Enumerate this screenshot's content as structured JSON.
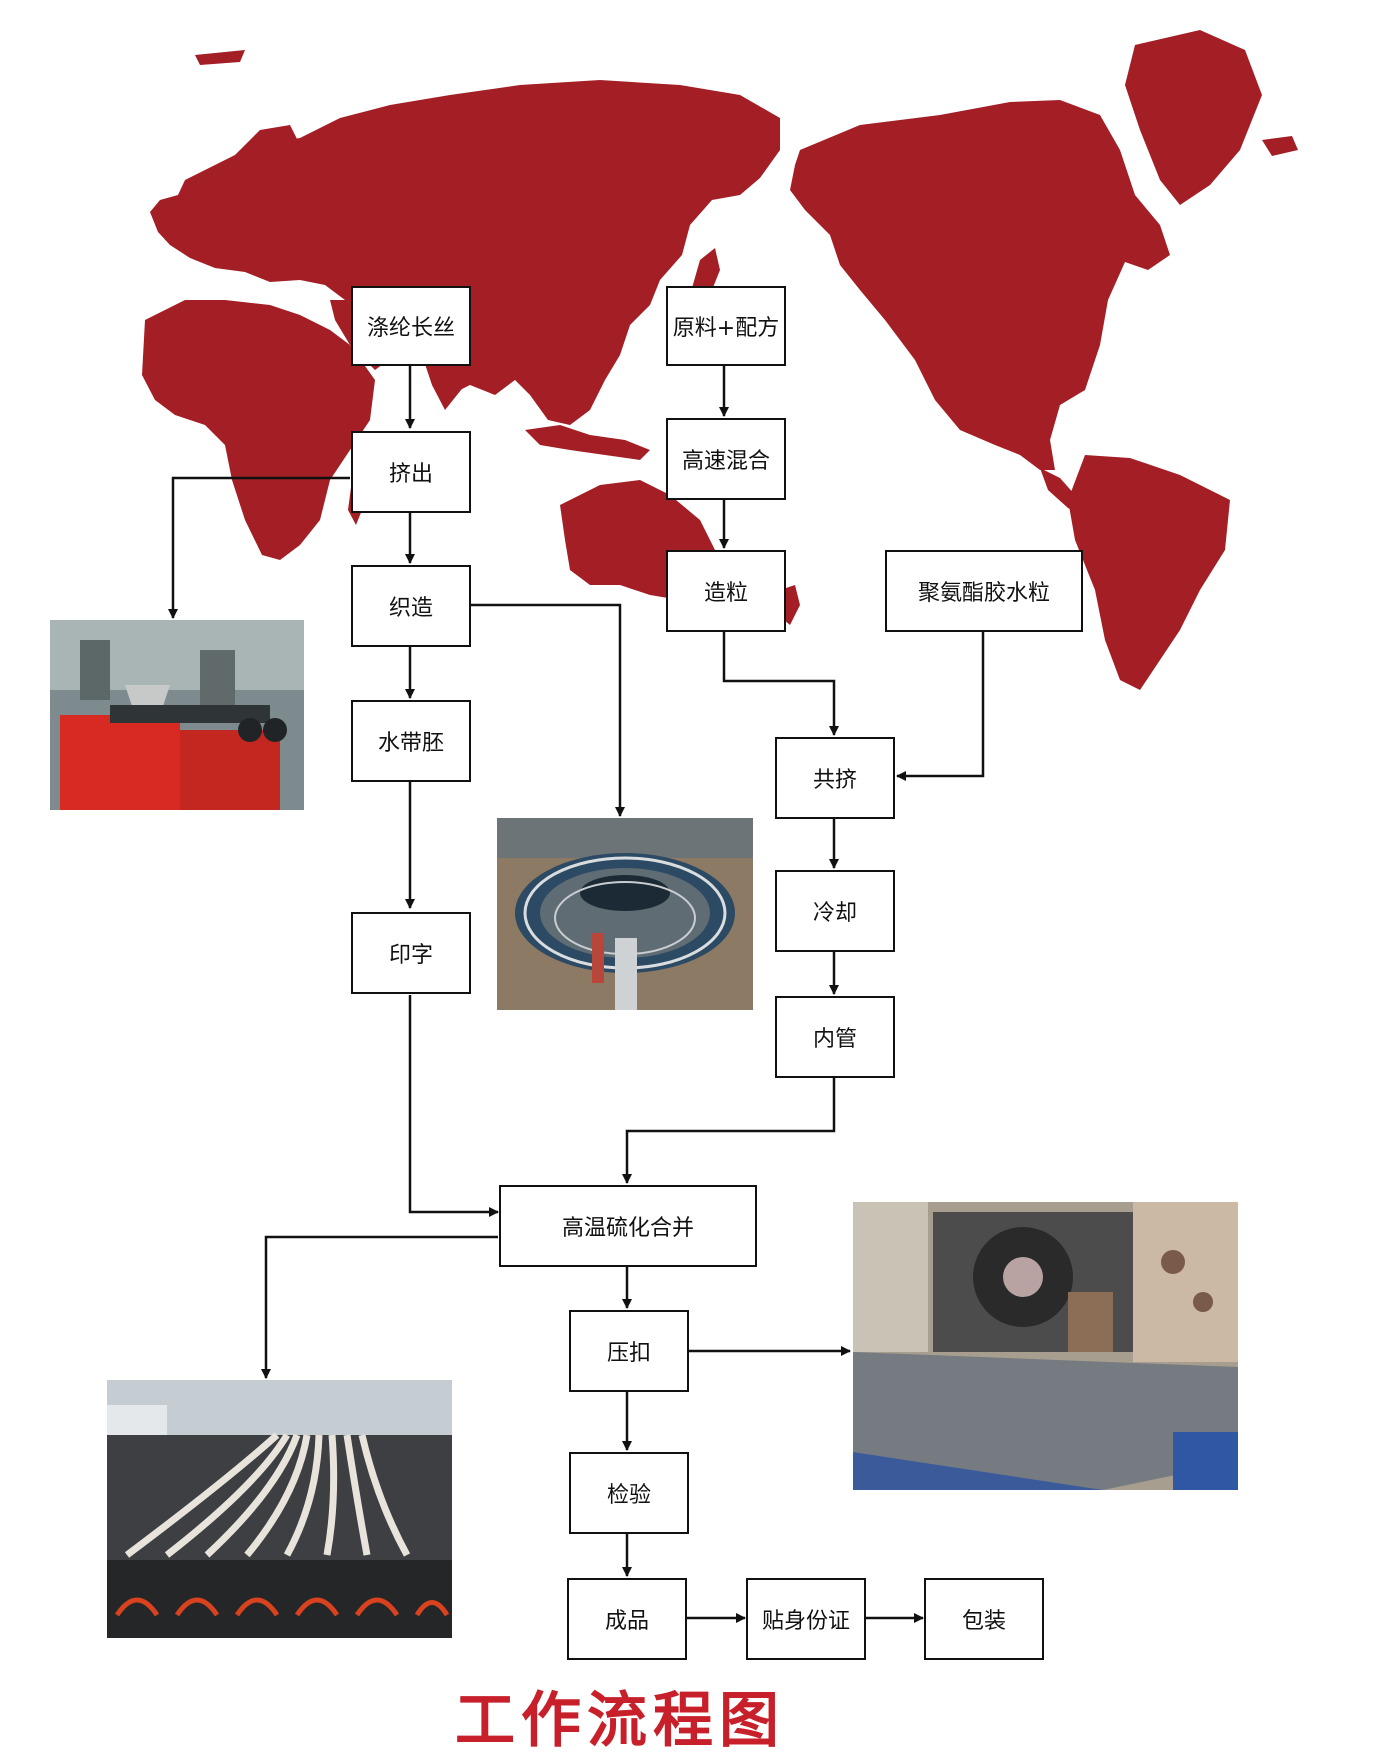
{
  "colors": {
    "map": "#a31e25",
    "box_border": "#111111",
    "arrow": "#111111",
    "title": "#c8202b"
  },
  "title": "工作流程图",
  "steps": {
    "polyester_yarn": "涤纶长丝",
    "extrusion": "挤出",
    "weaving": "织造",
    "hose_blank": "水带胚",
    "printing": "印字",
    "raw_material": "原料+配方",
    "mixing": "高速混合",
    "pelletizing": "造粒",
    "tpu_pellets": "聚氨酯胶水粒",
    "coextrusion": "共挤",
    "cooling": "冷却",
    "inner_tube": "内管",
    "vulcanizing": "高温硫化合并",
    "crimping": "压扣",
    "inspection": "检验",
    "finished": "成品",
    "id_label": "贴身份证",
    "packaging": "包装"
  },
  "photos": {
    "extruder": "extrusion-machine-photo",
    "loom": "circular-loom-photo",
    "crimper": "crimping-machine-photo",
    "vulcanizer": "vulcanizing-line-photo"
  }
}
